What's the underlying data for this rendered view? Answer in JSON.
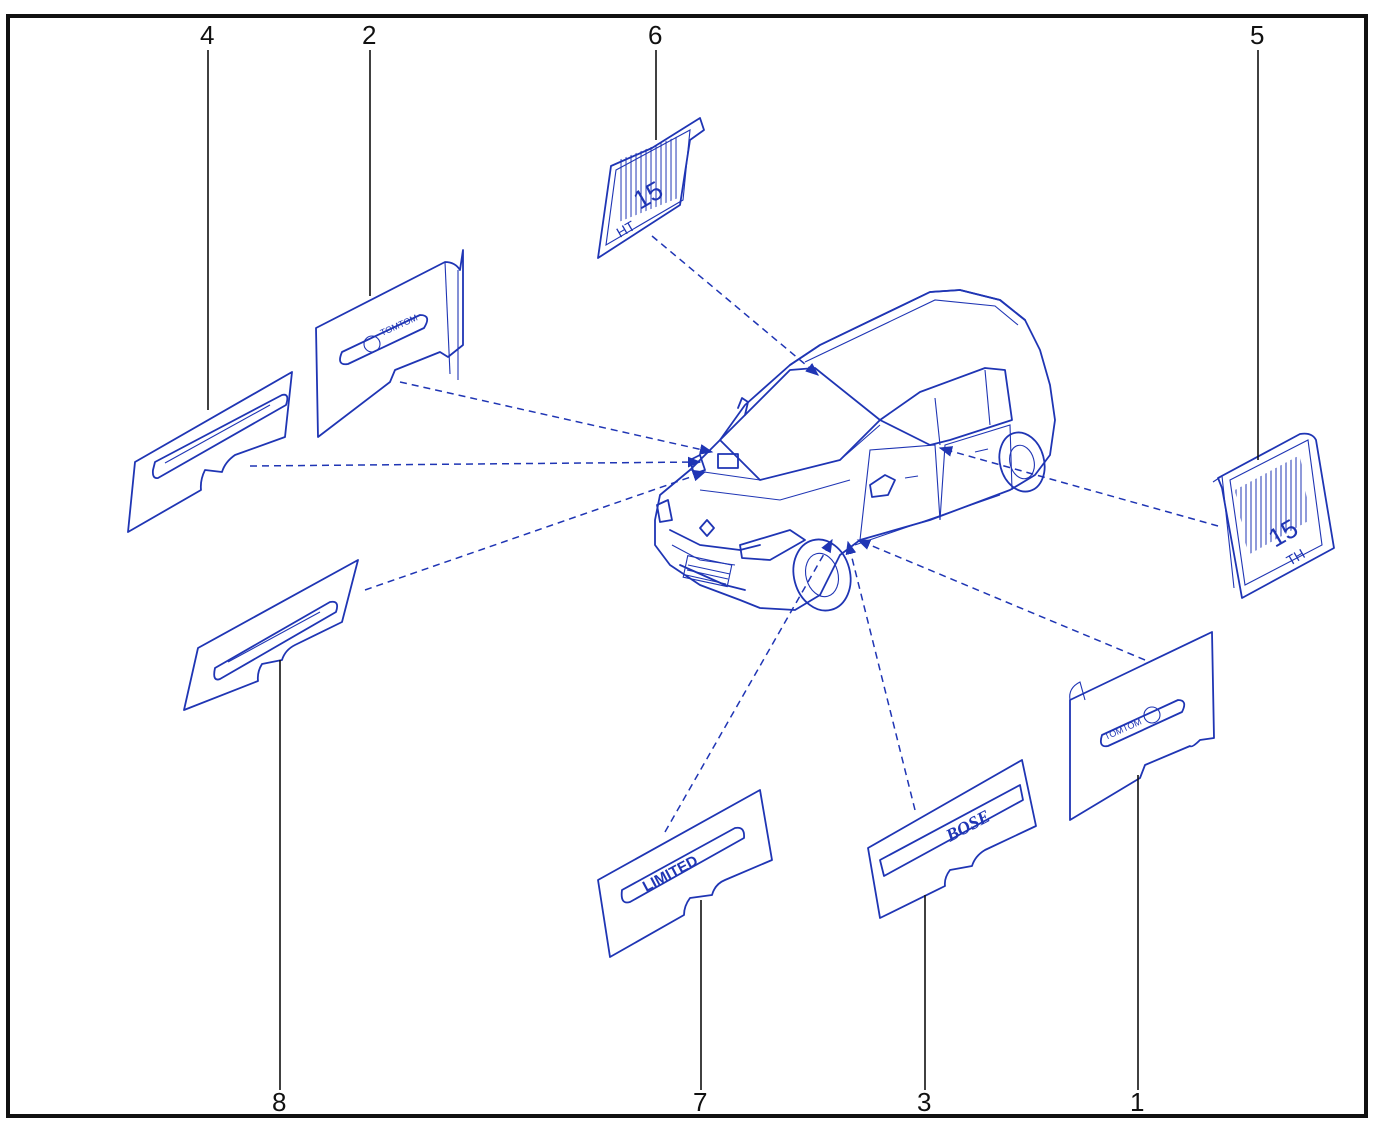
{
  "callouts": {
    "c1": "1",
    "c2": "2",
    "c3": "3",
    "c4": "4",
    "c5": "5",
    "c6": "6",
    "c7": "7",
    "c8": "8"
  },
  "badges": {
    "tomtom_1": "TOMTOM",
    "tomtom_2": "TOMTOM",
    "bose": "BOSE",
    "limited": "LIMITED",
    "monogram_5": "TH",
    "monogram_5_number": "15",
    "monogram_6": "HT",
    "monogram_6_number": "15"
  },
  "colors": {
    "line_art": "#1f35b4",
    "frame": "#111111"
  }
}
